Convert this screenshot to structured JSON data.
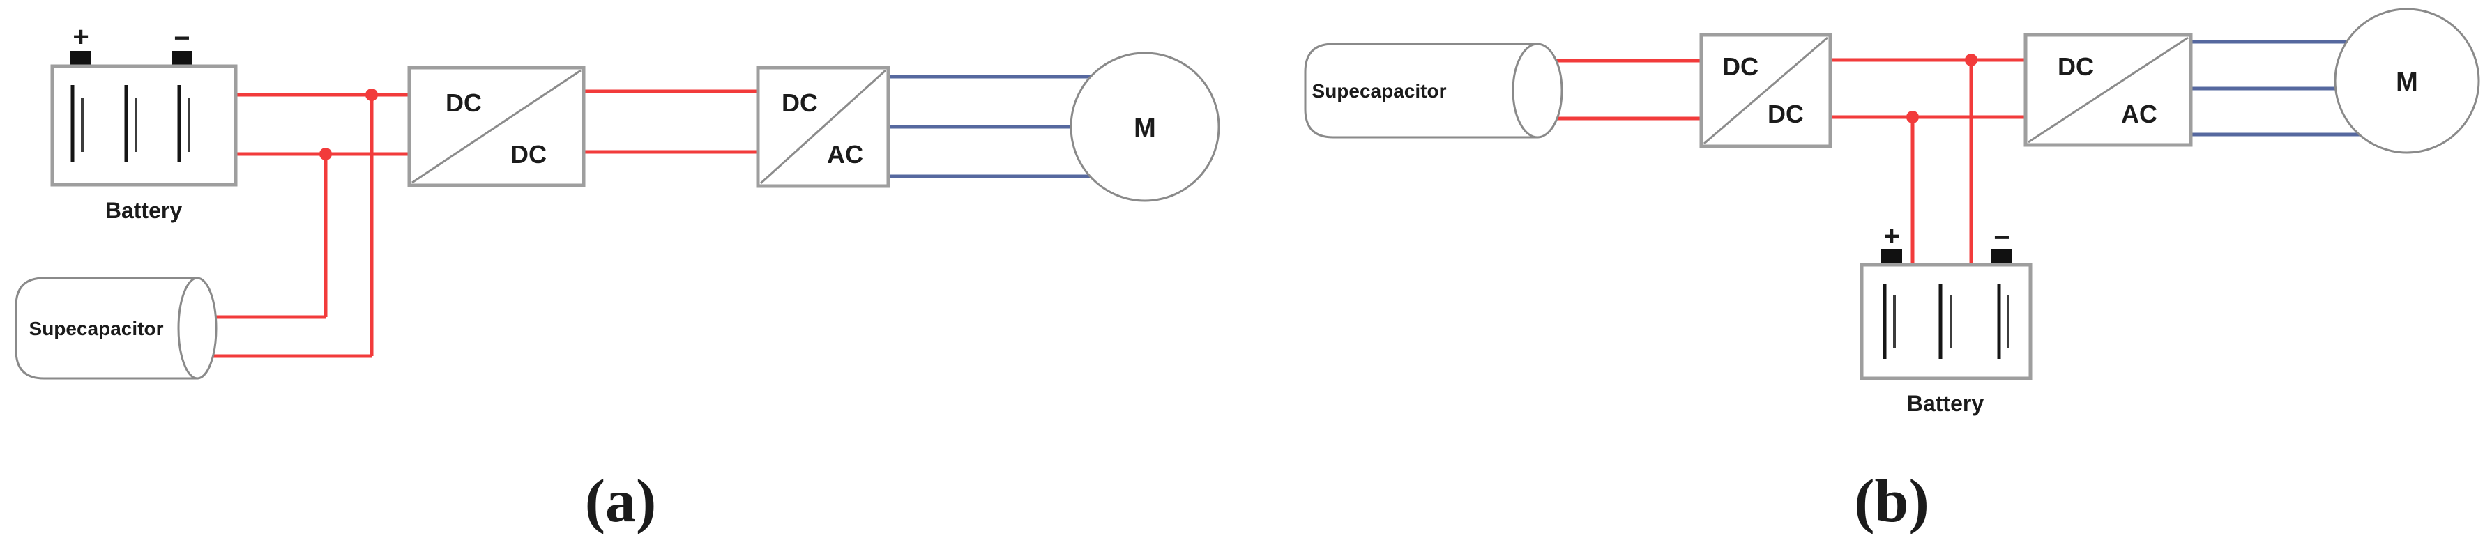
{
  "figure": {
    "type": "circuit-diagram",
    "colors": {
      "wire_red": "#f23b3b",
      "wire_blue": "#56689f",
      "box_border": "#9e9e9e",
      "diagonal": "#8c8c8c",
      "outline": "#8a8a8a",
      "text": "#1b1b1b",
      "terminal": "#111111"
    },
    "panels": [
      {
        "caption": "(a)",
        "battery": {
          "label": "Battery",
          "positive": "+",
          "negative": "−"
        },
        "supercapacitor": {
          "label": "Supecapacitor"
        },
        "dc_dc_converter": {
          "input_label": "DC",
          "output_label": "DC"
        },
        "dc_ac_converter": {
          "input_label": "DC",
          "output_label": "AC"
        },
        "motor": {
          "label": "M"
        }
      },
      {
        "caption": "(b)",
        "battery": {
          "label": "Battery",
          "positive": "+",
          "negative": "−"
        },
        "supercapacitor": {
          "label": "Supecapacitor"
        },
        "dc_dc_converter": {
          "input_label": "DC",
          "output_label": "DC"
        },
        "dc_ac_converter": {
          "input_label": "DC",
          "output_label": "AC"
        },
        "motor": {
          "label": "M"
        }
      }
    ]
  }
}
